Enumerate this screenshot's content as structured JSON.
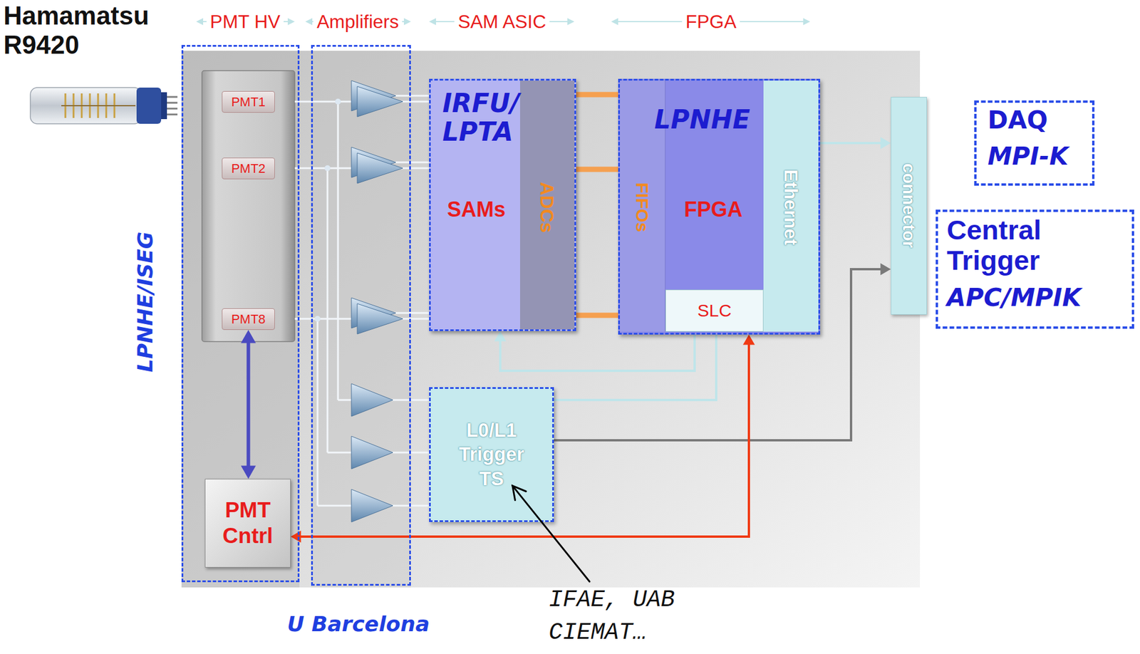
{
  "diagram": {
    "nodes": [
      {
        "text": [
          "LPNHE/ISEG"
        ]
      },
      {
        "text": [
          "PMT1"
        ],
        "in": 0
      },
      {
        "text": [
          "PMT2"
        ],
        "in": 0
      },
      {
        "text": [
          "PMT8"
        ],
        "in": 0
      },
      {
        "text": [
          "PMT Cntrl"
        ],
        "in": 0
      },
      {
        "text": [
          "U Barcelona"
        ]
      },
      {
        "text": [
          "IRFU/ LPTA",
          "SAMs"
        ]
      },
      {
        "text": [
          "ADCs"
        ],
        "in": 6
      },
      {
        "text": [
          "LPNHE",
          "FPGA"
        ]
      },
      {
        "text": [
          "FIFOs"
        ],
        "in": 8
      },
      {
        "text": [
          "SLC"
        ],
        "in": 8
      },
      {
        "text": [
          "Ethernet"
        ],
        "in": 8
      },
      {
        "text": [
          "L0/L1 Trigger TS"
        ]
      },
      {
        "text": [
          "connector"
        ]
      },
      {
        "text": [
          "DAQ",
          "MPI-K"
        ]
      },
      {
        "text": [
          "Central Trigger",
          "APC/MPIK"
        ]
      }
    ],
    "edges": [
      {
        "from": 3,
        "to": 4,
        "arrow": "both"
      },
      {
        "from": 7,
        "to": 9,
        "arrow": "none"
      },
      {
        "from": 7,
        "to": 9,
        "arrow": "none"
      },
      {
        "from": 7,
        "to": 9,
        "arrow": "none"
      },
      {
        "from": 11,
        "to": 13,
        "arrow": "to"
      },
      {
        "from": 12,
        "to": 13,
        "arrow": "to"
      },
      {
        "from": 8,
        "to": 4,
        "arrow": "both"
      },
      {
        "from": 8,
        "to": 6,
        "arrow": "to"
      },
      {
        "from": 8,
        "to": 12,
        "arrow": "none"
      }
    ],
    "labels": [
      "Hamamatsu R9420",
      "PMT HV",
      "Amplifiers",
      "SAM ASIC",
      "FPGA",
      "IFAE, UAB CIEMAT…"
    ]
  }
}
